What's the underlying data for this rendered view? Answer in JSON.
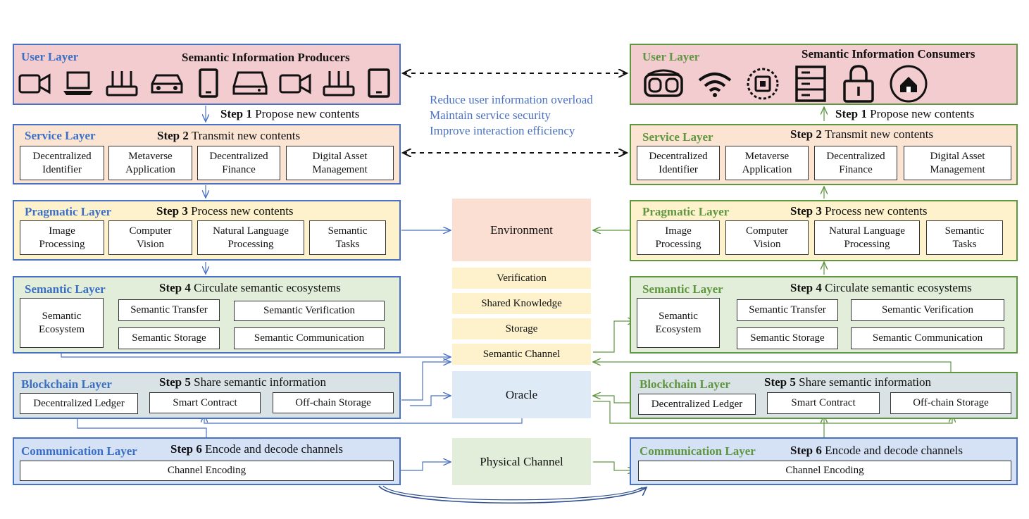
{
  "producer": {
    "user_layer": "User Layer",
    "user_title": "Semantic Information Producers",
    "step1_num": "Step 1",
    "step1_text": "Propose new contents",
    "service_layer": "Service Layer",
    "step2_num": "Step 2",
    "step2_text": "Transmit new contents",
    "service_boxes": [
      "Decentralized\nIdentifier",
      "Metaverse\nApplication",
      "Decentralized\nFinance",
      "Digital Asset\nManagement"
    ],
    "pragmatic_layer": "Pragmatic Layer",
    "step3_num": "Step 3",
    "step3_text": "Process new contents",
    "pragmatic_boxes": [
      "Image\nProcessing",
      "Computer\nVision",
      "Natural Language\nProcessing",
      "Semantic\nTasks"
    ],
    "semantic_layer": "Semantic Layer",
    "step4_num": "Step 4",
    "step4_text": "Circulate semantic ecosystems",
    "semantic_boxes": [
      "Semantic\nEcosystem",
      "Semantic Transfer",
      "Semantic Verification",
      "Semantic Storage",
      "Semantic Communication"
    ],
    "blockchain_layer": "Blockchain Layer",
    "step5_num": "Step 5",
    "step5_text": "Share semantic information",
    "blockchain_boxes": [
      "Decentralized Ledger",
      "Smart Contract",
      "Off-chain Storage"
    ],
    "communication_layer": "Communication Layer",
    "step6_num": "Step 6",
    "step6_text": "Encode and decode channels",
    "communication_box": "Channel Encoding",
    "icons": [
      "video-camera-icon",
      "laptop-icon",
      "router-icon",
      "car-icon",
      "phone-icon",
      "hard-drive-icon",
      "video-camera-icon",
      "router-icon",
      "tablet-icon"
    ]
  },
  "consumer": {
    "user_layer": "User Layer",
    "user_title": "Semantic Information Consumers",
    "step1_num": "Step 1",
    "step1_text": "Propose new contents",
    "service_layer": "Service Layer",
    "step2_num": "Step 2",
    "step2_text": "Transmit new contents",
    "service_boxes": [
      "Decentralized\nIdentifier",
      "Metaverse\nApplication",
      "Decentralized\nFinance",
      "Digital Asset\nManagement"
    ],
    "pragmatic_layer": "Pragmatic Layer",
    "step3_num": "Step 3",
    "step3_text": "Process new contents",
    "pragmatic_boxes": [
      "Image\nProcessing",
      "Computer\nVision",
      "Natural Language\nProcessing",
      "Semantic\nTasks"
    ],
    "semantic_layer": "Semantic Layer",
    "step4_num": "Step 4",
    "step4_text": "Circulate semantic ecosystems",
    "semantic_boxes": [
      "Semantic\nEcosystem",
      "Semantic Transfer",
      "Semantic Verification",
      "Semantic Storage",
      "Semantic Communication"
    ],
    "blockchain_layer": "Blockchain Layer",
    "step5_num": "Step 5",
    "step5_text": "Share semantic information",
    "blockchain_boxes": [
      "Decentralized Ledger",
      "Smart Contract",
      "Off-chain Storage"
    ],
    "communication_layer": "Communication Layer",
    "step6_num": "Step 6",
    "step6_text": "Encode and decode channels",
    "communication_box": "Channel Encoding",
    "icons": [
      "vr-headset-icon",
      "wifi-icon",
      "chip-icon",
      "server-icon",
      "lock-icon",
      "house-icon"
    ]
  },
  "center": {
    "benefits": [
      "Reduce user information overload",
      "Maintain service security",
      "Improve interaction efficiency"
    ],
    "environment": "Environment",
    "verification": "Verification",
    "shared_knowledge": "Shared Knowledge",
    "storage": "Storage",
    "semantic_channel": "Semantic Channel",
    "oracle": "Oracle",
    "physical_channel": "Physical Channel"
  },
  "colors": {
    "user_bg": "#f2cccf",
    "service_bg": "#fce4d2",
    "pragmatic_bg": "#fef2cd",
    "semantic_bg": "#e2eeda",
    "blockchain_bg": "#d9e3e5",
    "communication_bg": "#d5e2f6",
    "blue_border": "#4a72c4",
    "green_border": "#5f9640",
    "environment_bg": "#fadfd2",
    "center_yellow": "#fef2cc",
    "oracle_bg": "#deebf6",
    "physical_bg": "#e2eeda"
  }
}
